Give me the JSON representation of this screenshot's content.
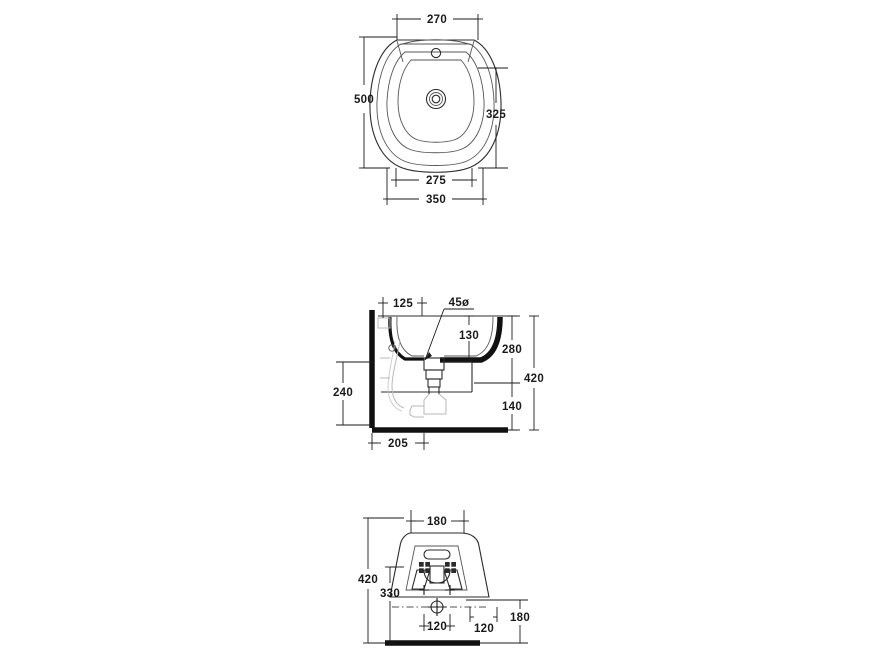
{
  "document": {
    "type": "technical-drawing",
    "subject": "wall-hung bidet / sanitary ware dimensional drawing",
    "background_color": "#ffffff",
    "line_color": "#1a1a1a",
    "units": "mm"
  },
  "views": {
    "top": {
      "name": "top-view",
      "dimensions": {
        "width_inner": "270",
        "height_overall": "500",
        "height_bowl": "325",
        "width_mid": "275",
        "width_overall": "350"
      }
    },
    "side": {
      "name": "side-view",
      "dimensions": {
        "offset_top": "125",
        "outlet_diameter": "45ø",
        "rim_to_outlet": "130",
        "upper_height": "280",
        "lower_height": "140",
        "total_height": "420",
        "wall_height": "240",
        "projection": "205"
      }
    },
    "rear": {
      "name": "rear-view",
      "dimensions": {
        "width_inner": "180",
        "height_overall": "420",
        "height_fixing": "330",
        "offset_right": "180",
        "spacing_center": "120",
        "offset_lower": "120"
      }
    }
  },
  "labels": {
    "d270": "270",
    "d500": "500",
    "d325": "325",
    "d275": "275",
    "d350": "350",
    "d125": "125",
    "d45o": "45ø",
    "d130": "130",
    "d280": "280",
    "d140": "140",
    "d420_side": "420",
    "d240": "240",
    "d205": "205",
    "d180_top": "180",
    "d420_rear": "420",
    "d330": "330",
    "d180_right": "180",
    "d120_center": "120",
    "d120_right": "120"
  }
}
